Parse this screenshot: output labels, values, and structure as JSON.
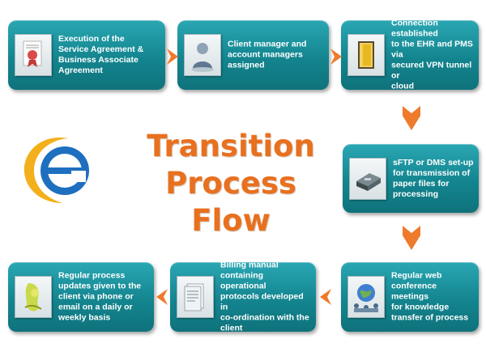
{
  "title": {
    "line1": "Transition",
    "line2": "Process Flow"
  },
  "colors": {
    "box": "#13858f",
    "arrow": "#ee7a2c",
    "title": "#e8701f",
    "logo_ring": "#f3b01c",
    "logo_mark": "#1e6fbf"
  },
  "steps": [
    {
      "icon": "agreement-document-icon",
      "text": "Execution of the\nService Agreement &\nBusiness  Associate\nAgreement"
    },
    {
      "icon": "manager-person-icon",
      "text": "Client manager and\naccount managers\nassigned"
    },
    {
      "icon": "secure-door-icon",
      "text": "Connection established\nto the EHR  and PMS via\nsecured VPN tunnel or\ncloud"
    },
    {
      "icon": "server-drive-icon",
      "text": "sFTP or DMS set-up\nfor transmission of\npaper files for\nprocessing"
    },
    {
      "icon": "web-conference-globe-icon",
      "text": "Regular web\nconference meetings\nfor knowledge\ntransfer of process"
    },
    {
      "icon": "manual-document-icon",
      "text": "Billing manual\ncontaining operational\nprotocols developed in\nco-ordination with the\nclient"
    },
    {
      "icon": "phone-update-icon",
      "text": "Regular process\nupdates given to the\nclient via phone or\nemail on a daily or\nweekly basis"
    }
  ]
}
